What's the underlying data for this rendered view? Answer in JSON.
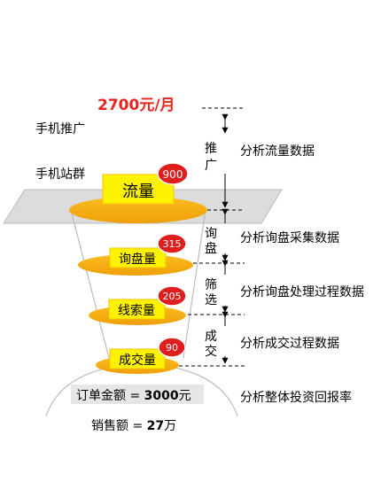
{
  "header": {
    "price": "2700元/月",
    "price_color": "#e8251f",
    "left_label_1": "手机推广",
    "left_label_2": "手机站群"
  },
  "funnel": {
    "stages": [
      {
        "label": "流量",
        "count": "900"
      },
      {
        "label": "询盘量",
        "count": "315"
      },
      {
        "label": "线索量",
        "count": "205"
      },
      {
        "label": "成交量",
        "count": "90"
      }
    ],
    "badge_color": "#e01e1e",
    "ellipse_color": "#f5a90f",
    "label_bg": "#fff200"
  },
  "phases": [
    {
      "label": "推广",
      "analysis": "分析流量数据"
    },
    {
      "label": "询盘",
      "analysis": "分析询盘采集数据"
    },
    {
      "label": "筛选",
      "analysis": "分析询盘处理过程数据"
    },
    {
      "label": "成交",
      "analysis": "分析成交过程数据"
    }
  ],
  "summary": {
    "order_prefix": "订单金额 = ",
    "order_value": "3000",
    "order_unit": "元",
    "sales_prefix": "销售额 = ",
    "sales_value": "27",
    "sales_unit": "万",
    "roi_analysis": "分析整体投资回报率"
  }
}
